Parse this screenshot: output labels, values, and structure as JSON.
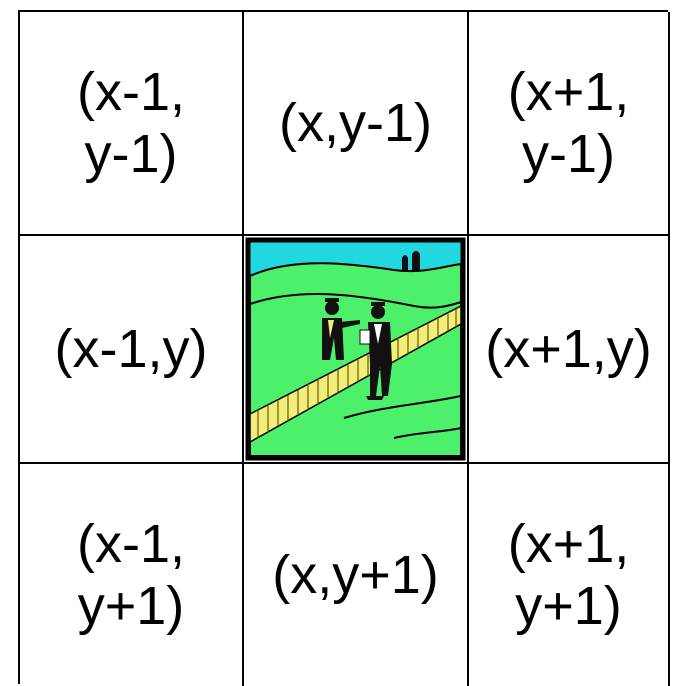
{
  "grid": {
    "top_left": "(x-1,\ny-1)",
    "top_center": "(x,y-1)",
    "top_right": "(x+1,\ny-1)",
    "middle_left": "(x-1,y)",
    "middle_right": "(x+1,y)",
    "bottom_left": "(x-1,\ny+1)",
    "bottom_center": "(x,y+1)",
    "bottom_right": "(x+1,\ny+1)"
  },
  "center_image": {
    "icon": "two-men-by-fence-clipart",
    "colors": {
      "sky": "#22d8e0",
      "grass": "#4cf06a",
      "fence": "#f2ee7a",
      "figure": "#111111",
      "border": "#000000"
    }
  }
}
